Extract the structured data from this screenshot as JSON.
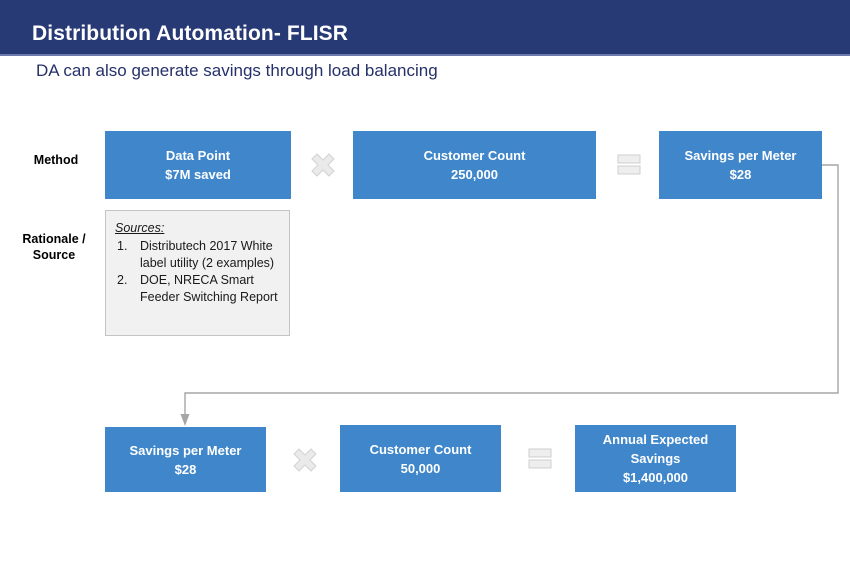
{
  "header": {
    "title": "Distribution Automation- FLISR",
    "banner_color": "#283a75"
  },
  "subtitle": "DA can also generate savings through load balancing",
  "row_labels": {
    "method": "Method",
    "rationale_line1": "Rationale /",
    "rationale_line2": "Source"
  },
  "theme": {
    "box_color": "#3f86ca",
    "operator_color": "#e8e8e8",
    "connector_color": "#a6a6a6",
    "sources_bg": "#f1f1f1"
  },
  "top_row": {
    "box1": {
      "line1": "Data Point",
      "line2": "$7M saved"
    },
    "operator1": "multiply",
    "box2": {
      "line1": "Customer Count",
      "line2": "250,000"
    },
    "operator2": "equals",
    "box3": {
      "line1": "Savings per Meter",
      "line2": "$28"
    }
  },
  "bottom_row": {
    "box1": {
      "line1": "Savings per Meter",
      "line2": "$28"
    },
    "operator1": "multiply",
    "box2": {
      "line1": "Customer Count",
      "line2": "50,000"
    },
    "operator2": "equals",
    "box3": {
      "line1": "Annual Expected",
      "line2": "Savings",
      "line3": "$1,400,000"
    }
  },
  "sources": {
    "title": "Sources:",
    "items": [
      {
        "num": "1.",
        "text": "Distributech 2017 White label utility (2 examples)"
      },
      {
        "num": "2.",
        "text": "DOE, NRECA Smart Feeder Switching Report"
      }
    ]
  }
}
